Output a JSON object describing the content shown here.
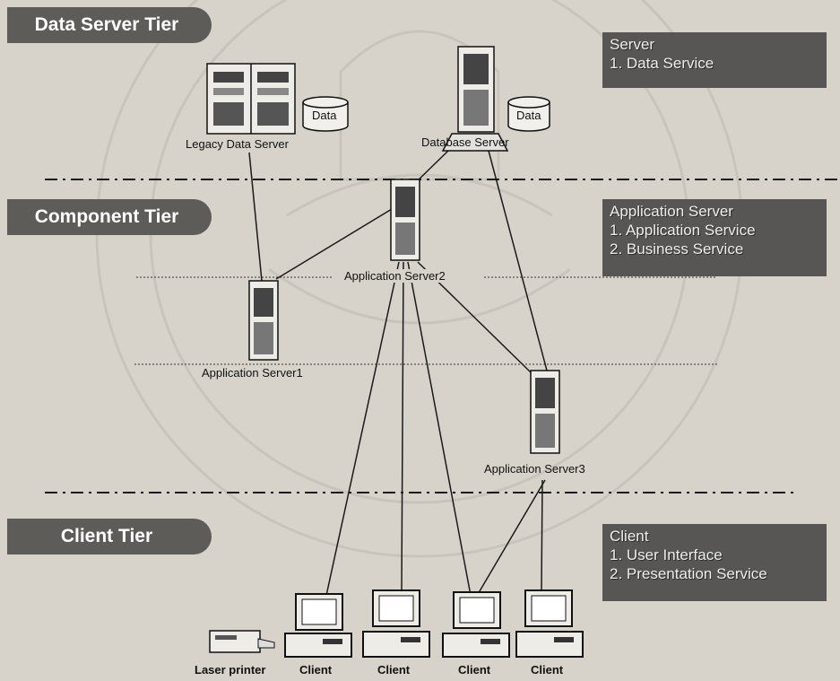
{
  "tiers": {
    "data": "Data Server Tier",
    "component": "Component Tier",
    "client": "Client Tier"
  },
  "notes": {
    "server": {
      "title": "Server",
      "items": [
        "1. Data Service"
      ]
    },
    "application": {
      "title": "Application Server",
      "items": [
        "1. Application Service",
        "2. Business Service"
      ]
    },
    "client": {
      "title": "Client",
      "items": [
        "1. User Interface",
        "2. Presentation Service"
      ]
    }
  },
  "nodes": {
    "legacy_server": "Legacy Data Server",
    "database_server": "Database Server",
    "data_store": "Data",
    "app_server_1": "Application Server1",
    "app_server_2": "Application Server2",
    "app_server_3": "Application Server3",
    "laser_printer": "Laser printer",
    "client": "Client"
  },
  "colors": {
    "background": "#d7d3cb",
    "tier_badge": "#5e5c59",
    "note_box": "#575654",
    "line": "#1a1a1a"
  }
}
